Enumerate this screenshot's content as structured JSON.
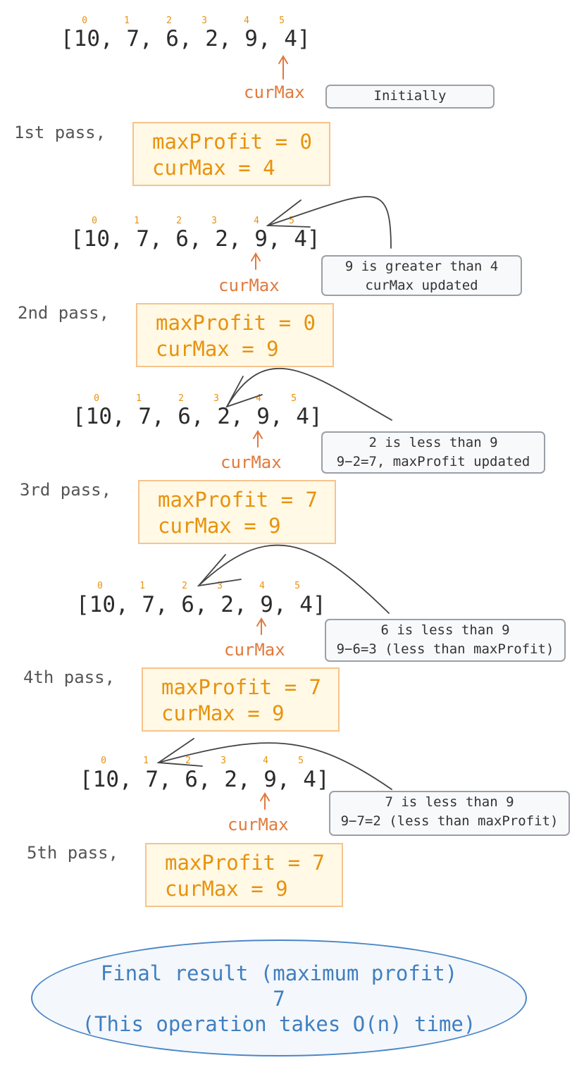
{
  "indices": [
    "0",
    "1",
    "2",
    "3",
    "4",
    "5"
  ],
  "array_text": "[10, 7, 6, 2, 9, 4]",
  "pointer_label": "curMax",
  "initial_note": "Initially",
  "passes": [
    {
      "label": "1st pass,",
      "max_profit": "maxProfit = 0",
      "cur_max": "curMax = 4"
    },
    {
      "label": "2nd pass,",
      "max_profit": "maxProfit = 0",
      "cur_max": "curMax = 9"
    },
    {
      "label": "3rd pass,",
      "max_profit": "maxProfit = 7",
      "cur_max": "curMax = 9"
    },
    {
      "label": "4th pass,",
      "max_profit": "maxProfit = 7",
      "cur_max": "curMax = 9"
    },
    {
      "label": "5th pass,",
      "max_profit": "maxProfit = 7",
      "cur_max": "curMax = 9"
    }
  ],
  "notes": [
    {
      "line1": "9 is greater than 4",
      "line2": "curMax updated"
    },
    {
      "line1": "2 is less than 9",
      "line2": "9−2=7, maxProfit updated"
    },
    {
      "line1": "6 is less than 9",
      "line2": "9−6=3 (less than maxProfit)"
    },
    {
      "line1": "7 is less than 9",
      "line2": "9−7=2 (less than maxProfit)"
    }
  ],
  "final": {
    "line1": "Final result (maximum profit)",
    "line2": "7",
    "line3": "(This operation takes O(n) time)"
  },
  "colors": {
    "index": "#e8920d",
    "pointer": "#e07a3c",
    "state_text": "#e8920d",
    "state_fill": "#fff9e6",
    "state_border": "#f6c38c",
    "final_text": "#3f7fc1",
    "final_border": "#4a86c6"
  }
}
